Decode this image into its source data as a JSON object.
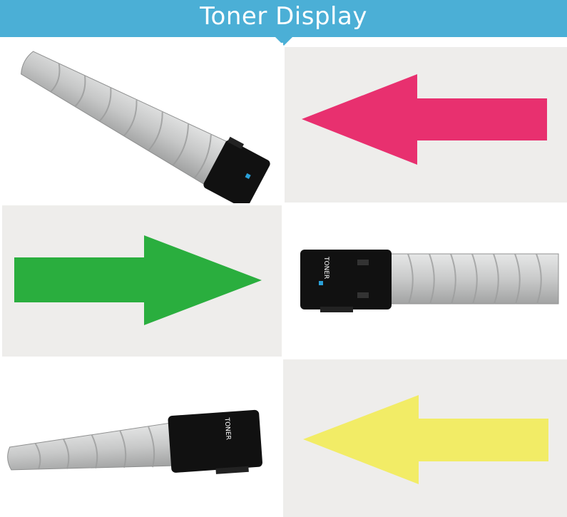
{
  "header": {
    "title": "Toner Display"
  },
  "colors": {
    "header_bg": "#4bafd6",
    "panel_bg": "#eeedeb",
    "magenta_arrow": "#e8306f",
    "green_arrow": "#2aae3e",
    "yellow_arrow": "#f2ec66",
    "cartridge_body": "#c8c9c9",
    "cartridge_cap": "#111111"
  },
  "rows": [
    {
      "cartridge": {
        "icon": "toner-cartridge-icon"
      },
      "arrow": {
        "icon": "arrow-left-icon",
        "color": "magenta"
      }
    },
    {
      "arrow": {
        "icon": "arrow-right-icon",
        "color": "green"
      },
      "cartridge": {
        "icon": "toner-cartridge-icon",
        "label": "TONER"
      }
    },
    {
      "cartridge": {
        "icon": "toner-cartridge-icon",
        "label": "TONER"
      },
      "arrow": {
        "icon": "arrow-left-icon",
        "color": "yellow"
      }
    }
  ]
}
